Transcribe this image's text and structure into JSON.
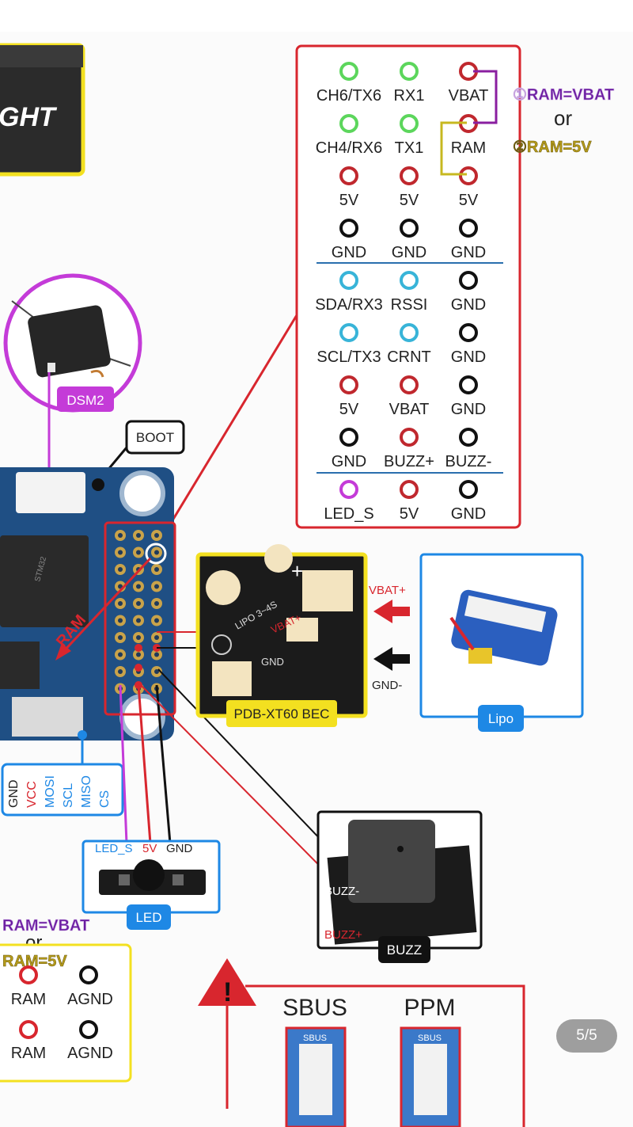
{
  "header": {
    "title_fragment": "GHT"
  },
  "pin_table": {
    "rows": [
      [
        "CH6/TX6",
        "RX1",
        "VBAT"
      ],
      [
        "CH4/RX6",
        "TX1",
        "RAM"
      ],
      [
        "5V",
        "5V",
        "5V"
      ],
      [
        "GND",
        "GND",
        "GND"
      ],
      [
        "SDA/RX3",
        "RSSI",
        "GND"
      ],
      [
        "SCL/TX3",
        "CRNT",
        "GND"
      ],
      [
        "5V",
        "VBAT",
        "GND"
      ],
      [
        "GND",
        "BUZZ+",
        "BUZZ-"
      ],
      [
        "LED_S",
        "5V",
        "GND"
      ]
    ],
    "dot_colors": [
      [
        "#5cd65c",
        "#5cd65c",
        "#c0282e"
      ],
      [
        "#5cd65c",
        "#5cd65c",
        "#c0282e"
      ],
      [
        "#c0282e",
        "#c0282e",
        "#c0282e"
      ],
      [
        "#111111",
        "#111111",
        "#111111"
      ],
      [
        "#38b4d8",
        "#38b4d8",
        "#111111"
      ],
      [
        "#38b4d8",
        "#38b4d8",
        "#111111"
      ],
      [
        "#c0282e",
        "#c0282e",
        "#111111"
      ],
      [
        "#111111",
        "#c0282e",
        "#111111"
      ],
      [
        "#c43bd8",
        "#c0282e",
        "#111111"
      ]
    ]
  },
  "ram_notes": {
    "option1": "①RAM=VBAT",
    "or": "or",
    "option2": "②RAM=5V"
  },
  "labels": {
    "dsm2": "DSM2",
    "boot": "BOOT",
    "pdb": "PDB-XT60 BEC",
    "lipo": "Lipo",
    "vbat_plus": "VBAT+",
    "gnd_minus": "GND-",
    "led": "LED",
    "buzz": "BUZZ",
    "ram_arrow": "RAM",
    "pdb_text": "LIPO 3~4S",
    "pdb_vbat": "VBAT+",
    "pdb_gnd": "GND"
  },
  "spi_header": [
    "GND",
    "VCC",
    "MOSI",
    "SCL",
    "MISO",
    "CS"
  ],
  "led_pins": [
    "LED_S",
    "5V",
    "GND"
  ],
  "buzz_pins": [
    "BUZZ-",
    "BUZZ+"
  ],
  "bottom_left": {
    "note1": "RAM=VBAT",
    "or": "or",
    "note2": "RAM=5V",
    "rows": [
      [
        "RAM",
        "AGND"
      ],
      [
        "RAM",
        "AGND"
      ]
    ]
  },
  "bottom_right": {
    "sbus": "SBUS",
    "ppm": "PPM",
    "sbus_chip": "SBUS",
    "ppm_chip": "SBUS"
  },
  "pager": {
    "text": "5/5"
  },
  "colors": {
    "red": "#d8262e",
    "black": "#111111",
    "green": "#5cd65c",
    "cyan": "#38b4d8",
    "purple": "#c43bd8",
    "yellow": "#f3e020",
    "blue": "#1e88e5"
  }
}
